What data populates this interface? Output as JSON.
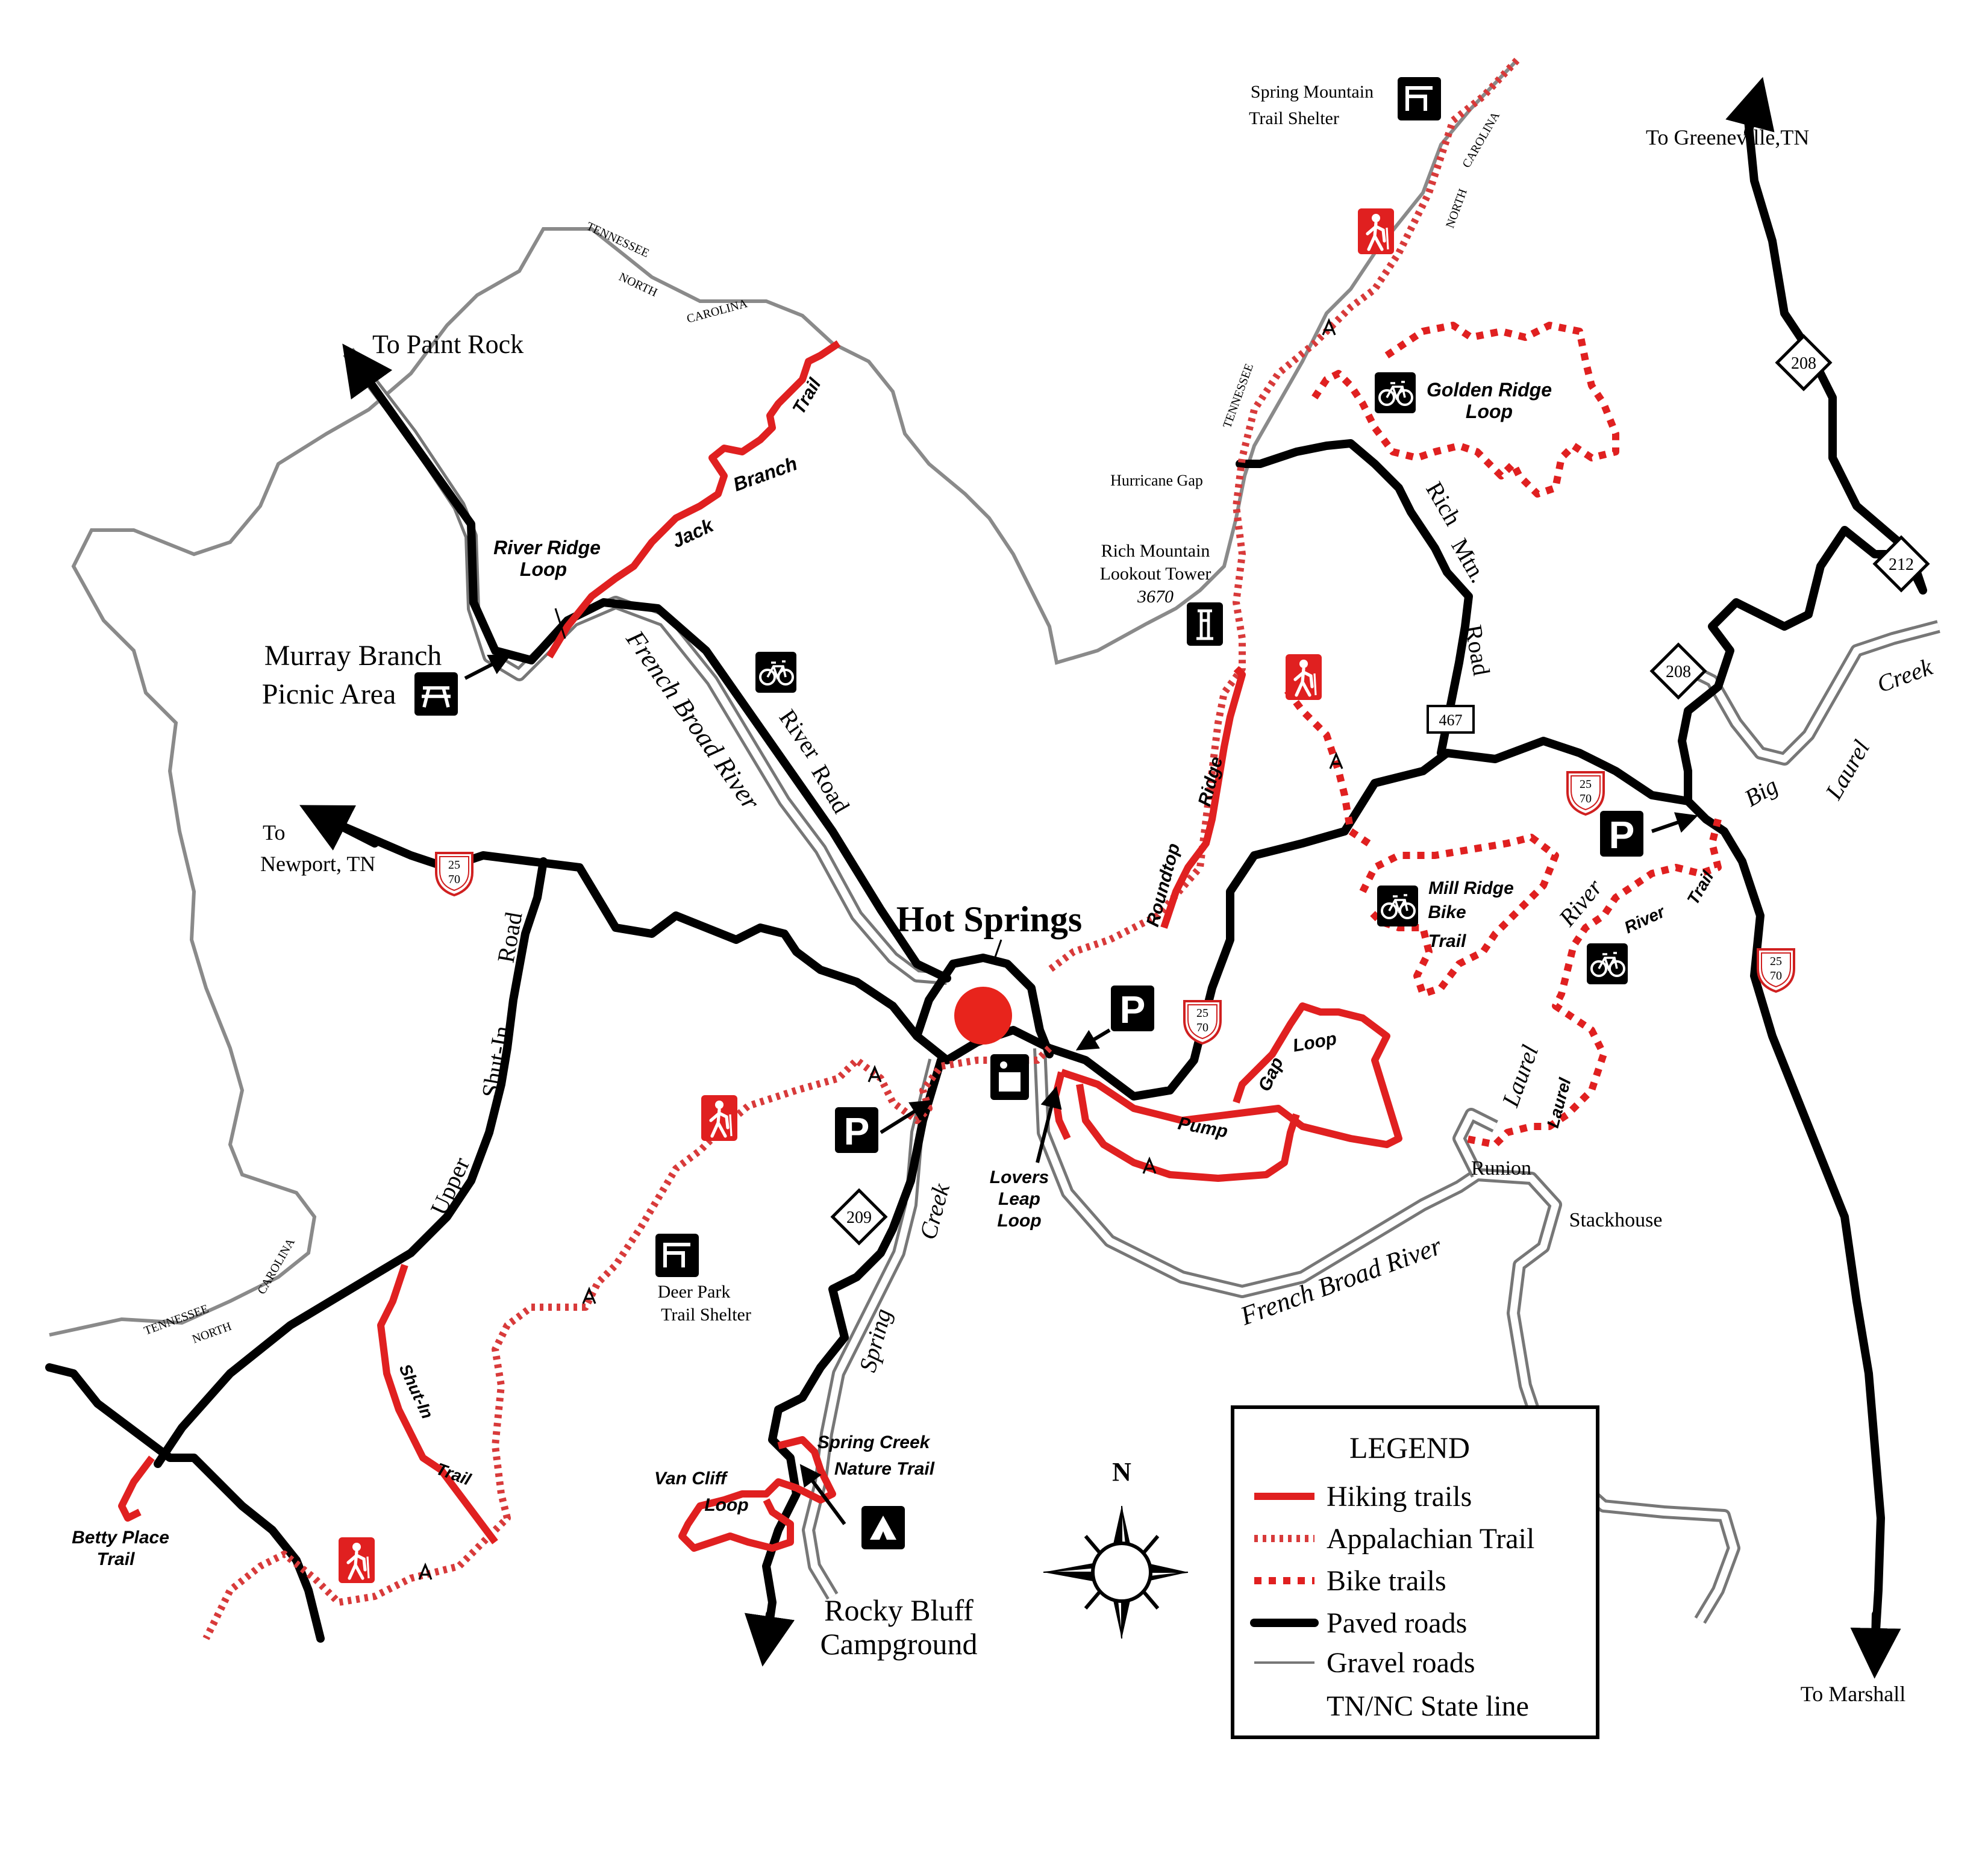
{
  "colors": {
    "hiking": "#e02020",
    "appalachian": "#d83a3a",
    "bike": "#e02020",
    "paved": "#000000",
    "gravel": "#777777",
    "state_line": "#8a8a8a",
    "town_marker": "#e8241c"
  },
  "places": {
    "hot_springs": "Hot Springs",
    "murray_branch_1": "Murray Branch",
    "murray_branch_2": "Picnic Area",
    "paint_rock": "To Paint Rock",
    "newport_1": "To",
    "newport_2": "Newport, TN",
    "greeneville": "To Greeneville,TN",
    "marshall": "To Marshall",
    "spring_mtn_1": "Spring Mountain",
    "spring_mtn_2": "Trail Shelter",
    "hurricane_gap": "Hurricane Gap",
    "rich_mtn_1": "Rich Mountain",
    "rich_mtn_2": "Lookout Tower",
    "rich_mtn_3": "3670",
    "deer_park_1": "Deer Park",
    "deer_park_2": "Trail Shelter",
    "rocky_bluff_1": "Rocky Bluff",
    "rocky_bluff_2": "Campground",
    "runion": "Runion",
    "stackhouse": "Stackhouse"
  },
  "state_labels": {
    "tn": "TENNESSEE",
    "nc": "NORTH",
    "carolina": "CAROLINA"
  },
  "trails": {
    "river_ridge_1": "River Ridge",
    "river_ridge_2": "Loop",
    "jack": "Jack",
    "branch": "Branch",
    "trail": "Trail",
    "golden_ridge_1": "Golden Ridge",
    "golden_ridge_2": "Loop",
    "roundtop": "Roundtop",
    "ridge": "Ridge",
    "mill_ridge_1": "Mill Ridge",
    "mill_ridge_2": "Bike",
    "mill_ridge_3": "Trail",
    "gap": "Gap",
    "loop": "Loop",
    "pump": "Pump",
    "lovers_1": "Lovers",
    "lovers_2": "Leap",
    "lovers_3": "Loop",
    "river_trail_1": "River",
    "river_trail_2": "Trail",
    "laurel": "Laurel",
    "shut_in": "Shut-In",
    "shut_in_trail": "Trail",
    "betty_1": "Betty Place",
    "betty_2": "Trail",
    "spring_creek_1": "Spring Creek",
    "spring_creek_2": "Nature Trail",
    "van_cliff_1": "Van Cliff",
    "van_cliff_2": "Loop"
  },
  "waters": {
    "french_broad_1": "French Broad River",
    "french_broad_2": "French Broad River",
    "spring_creek": "Spring",
    "spring_creek_b": "Creek",
    "big_laurel_big": "Big",
    "big_laurel_laurel": "Laurel",
    "big_laurel_creek": "Creek",
    "laurel_river_1": "Laurel",
    "laurel_river_2": "River"
  },
  "roads": {
    "river_road_1": "River",
    "river_road_2": "Road",
    "rich_mtn_road_1": "Rich",
    "rich_mtn_road_2": "Mtn.",
    "rich_mtn_road_3": "Road",
    "upper_shut_in_1": "Upper",
    "upper_shut_in_2": "Shut-In",
    "upper_shut_in_3": "Road"
  },
  "shields": {
    "us25_70_top": "25",
    "us25_70_bottom": "70",
    "nc208": "208",
    "nc212": "212",
    "nc209": "209",
    "sr467": "467"
  },
  "icons": {
    "hiker": "hiker-icon",
    "bike": "bicycle-icon",
    "parking": "P",
    "shelter": "shelter-icon",
    "tower": "lookout-tower-icon",
    "picnic": "picnic-table-icon",
    "info": "information-icon",
    "camp": "campground-icon"
  },
  "legend": {
    "title": "LEGEND",
    "items": [
      {
        "label": "Hiking trails",
        "style": "hiking"
      },
      {
        "label": "Appalachian Trail",
        "style": "appalachian"
      },
      {
        "label": "Bike trails",
        "style": "bike"
      },
      {
        "label": "Paved roads",
        "style": "paved"
      },
      {
        "label": "Gravel roads",
        "style": "gravel"
      },
      {
        "label": "TN/NC State line",
        "style": "state"
      }
    ]
  },
  "compass": {
    "north": "N"
  }
}
